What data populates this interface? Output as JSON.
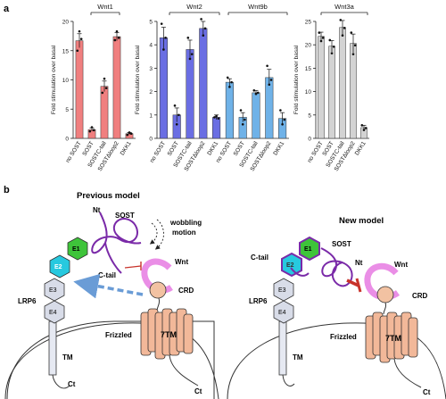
{
  "panels": {
    "a": "a",
    "b": "b"
  },
  "colors": {
    "wnt1": "#f07f7f",
    "wnt2": "#6a6ee3",
    "wnt9b": "#6fb2e8",
    "wnt3a": "#d3d3d3",
    "e1": "#3ec43a",
    "e2": "#27c9df",
    "domain_grey": "#d8dce8",
    "frizzled": "#f2b899",
    "crd": "#f2c2a2",
    "wnt_pink": "#ea8ee6",
    "sost_purple": "#7a2aa8",
    "arrow_blue": "#6a9cd6",
    "inhibit_red": "#c8332b"
  },
  "chart_data": [
    {
      "type": "bar",
      "title": "Wnt1",
      "ylabel": "Fold stimulation over basal",
      "ylim": [
        0,
        20
      ],
      "yticks": [
        0,
        5,
        10,
        15,
        20
      ],
      "categories": [
        "no SOST",
        "SOST",
        "SOSTC-tail",
        "SOSTΔloop2",
        "DKK1"
      ],
      "values": [
        16.7,
        1.5,
        8.9,
        17.4,
        0.8
      ],
      "errors": [
        1.2,
        0.3,
        0.9,
        0.7,
        0.2
      ],
      "points": [
        [
          15.0,
          18.3,
          17.0
        ],
        [
          1.2,
          1.9,
          1.4
        ],
        [
          7.8,
          10.2,
          8.6
        ],
        [
          16.8,
          18.3,
          17.2
        ],
        [
          0.6,
          1.0,
          0.8
        ]
      ]
    },
    {
      "type": "bar",
      "titles": [
        "Wnt2",
        "Wnt9b"
      ],
      "ylabel": "Fold stimulation over basal",
      "ylim": [
        0,
        5
      ],
      "yticks": [
        0,
        1,
        2,
        3,
        4,
        5
      ],
      "categories": [
        "no SOST",
        "SOST",
        "SOSTC-tail",
        "SOSTΔloop2",
        "DKK1",
        "no SOST",
        "SOST",
        "SOSTC-tail",
        "SOSTΔloop2",
        "DKK1"
      ],
      "values": [
        4.3,
        1.0,
        3.8,
        4.7,
        0.9,
        2.4,
        0.9,
        1.95,
        2.6,
        0.85
      ],
      "errors": [
        0.45,
        0.3,
        0.4,
        0.3,
        0.1,
        0.15,
        0.2,
        0.1,
        0.35,
        0.25
      ],
      "points": [
        [
          4.9,
          3.8,
          4.3
        ],
        [
          1.4,
          0.6,
          1.0
        ],
        [
          4.3,
          3.4,
          3.6
        ],
        [
          5.1,
          4.4,
          4.7
        ],
        [
          0.9,
          0.95,
          0.85
        ],
        [
          2.6,
          2.2,
          2.4
        ],
        [
          1.2,
          0.6,
          0.8
        ],
        [
          2.05,
          1.9,
          1.95
        ],
        [
          3.1,
          2.3,
          2.5
        ],
        [
          1.2,
          0.6,
          0.8
        ]
      ],
      "series_color_index": [
        0,
        0,
        0,
        0,
        0,
        1,
        1,
        1,
        1,
        1
      ]
    },
    {
      "type": "bar",
      "title": "Wnt3a",
      "ylabel": "Fold stimulation over basal",
      "ylim": [
        0,
        25
      ],
      "yticks": [
        0,
        5,
        10,
        15,
        20,
        25
      ],
      "categories": [
        "no SOST",
        "SOST",
        "SOSTC-tail",
        "SOSTΔloop2",
        "DKK1"
      ],
      "values": [
        21.8,
        19.7,
        23.7,
        20.3,
        2.3
      ],
      "errors": [
        0.9,
        1.2,
        1.5,
        2.0,
        0.5
      ],
      "points": [
        [
          22.6,
          20.8,
          21.5
        ],
        [
          21.0,
          18.2,
          19.6
        ],
        [
          25.3,
          22.0,
          23.6
        ],
        [
          22.6,
          18.0,
          19.9
        ],
        [
          2.8,
          1.8,
          2.2
        ]
      ]
    }
  ],
  "diagram": {
    "previous_model": "Previous model",
    "new_model": "New model",
    "nt_left": "Nt",
    "sost_left": "SOST",
    "wobbling": "wobbling",
    "motion": "motion",
    "ctail_left": "C-tail",
    "wnt_left": "Wnt",
    "crd_left": "CRD",
    "lrp6_left": "LRP6",
    "e1": "E1",
    "e2": "E2",
    "e3": "E3",
    "e4": "E4",
    "tm_left": "TM",
    "frizzled_left": "Frizzled",
    "seven_tm_left": "7TM",
    "ct_left1": "Ct",
    "ct_left2": "Ct",
    "sost_right": "SOST",
    "ctail_right": "C-tail",
    "nt_right": "Nt",
    "wnt_right": "Wnt",
    "crd_right": "CRD",
    "lrp6_right": "LRP6",
    "tm_right": "TM",
    "frizzled_right": "Frizzled",
    "seven_tm_right": "7TM",
    "ct_right": "Ct"
  }
}
